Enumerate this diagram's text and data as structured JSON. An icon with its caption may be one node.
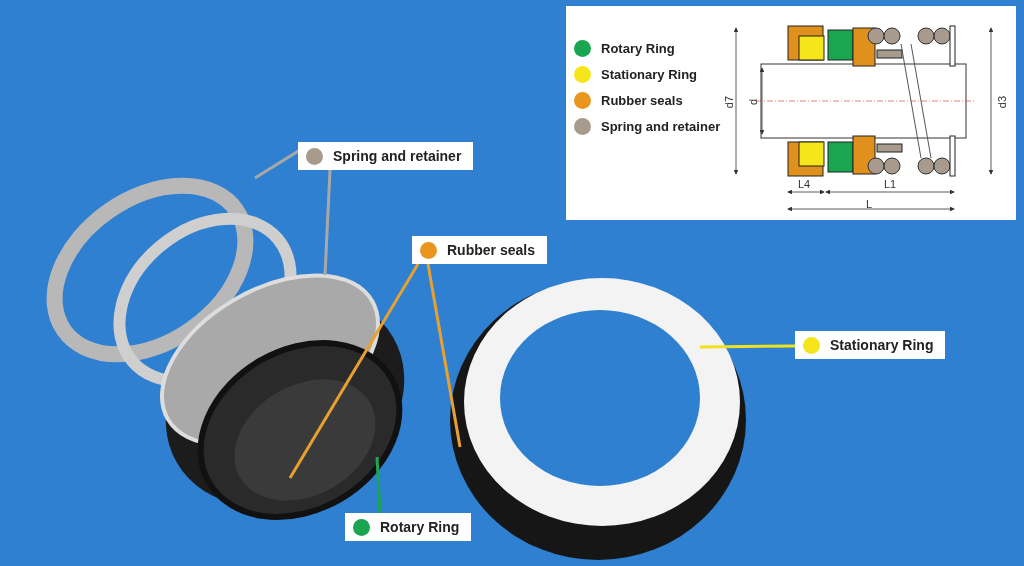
{
  "diagram": {
    "nodes": [
      {
        "text": [
          "Spring and retainer"
        ]
      },
      {
        "text": [
          "Rubber seals"
        ]
      },
      {
        "text": [
          "Stationary Ring"
        ]
      },
      {
        "text": [
          "Rotary Ring"
        ]
      }
    ],
    "edges": [
      {
        "from": 0,
        "to": null,
        "arrow": "none",
        "color": "#a8a8a8"
      },
      {
        "from": 0,
        "to": null,
        "arrow": "none",
        "color": "#a8a8a8"
      },
      {
        "from": 1,
        "to": null,
        "arrow": "none",
        "color": "#e8a030"
      },
      {
        "from": 1,
        "to": null,
        "arrow": "none",
        "color": "#e8a030"
      },
      {
        "from": 2,
        "to": null,
        "arrow": "none",
        "color": "#f0e020"
      },
      {
        "from": 3,
        "to": null,
        "arrow": "none",
        "color": "#1aa650"
      }
    ],
    "labels": [
      "d7",
      "d",
      "d3",
      "L4",
      "L1",
      "L"
    ],
    "legend": [
      {
        "text": "Rotary Ring",
        "color": "#1aa650"
      },
      {
        "text": "Stationary Ring",
        "color": "#f5e51a"
      },
      {
        "text": "Rubber seals",
        "color": "#e8961e"
      },
      {
        "text": "Spring and retainer",
        "color": "#a89a8c"
      }
    ]
  }
}
